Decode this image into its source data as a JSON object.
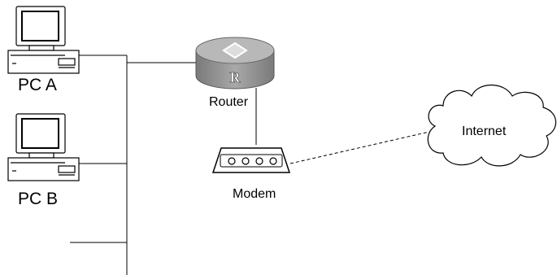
{
  "diagram": {
    "nodes": {
      "pc_a": {
        "label": "PC A",
        "icon": "desktop-computer-icon"
      },
      "pc_b": {
        "label": "PC B",
        "icon": "desktop-computer-icon"
      },
      "router": {
        "label": "Router",
        "icon": "router-icon",
        "badge": "R"
      },
      "modem": {
        "label": "Modem",
        "icon": "modem-icon"
      },
      "internet": {
        "label": "Internet",
        "icon": "cloud-icon"
      }
    },
    "links": [
      {
        "from": "pc_a",
        "to": "lan_bus",
        "style": "solid"
      },
      {
        "from": "pc_b",
        "to": "lan_bus",
        "style": "solid"
      },
      {
        "from": "lan_bus",
        "to": "router",
        "style": "solid"
      },
      {
        "from": "router",
        "to": "modem",
        "style": "solid"
      },
      {
        "from": "modem",
        "to": "internet",
        "style": "dashed"
      }
    ],
    "colors": {
      "router_body": "#8f8f8f",
      "router_top": "#b8b8b8",
      "line": "#000000"
    }
  }
}
